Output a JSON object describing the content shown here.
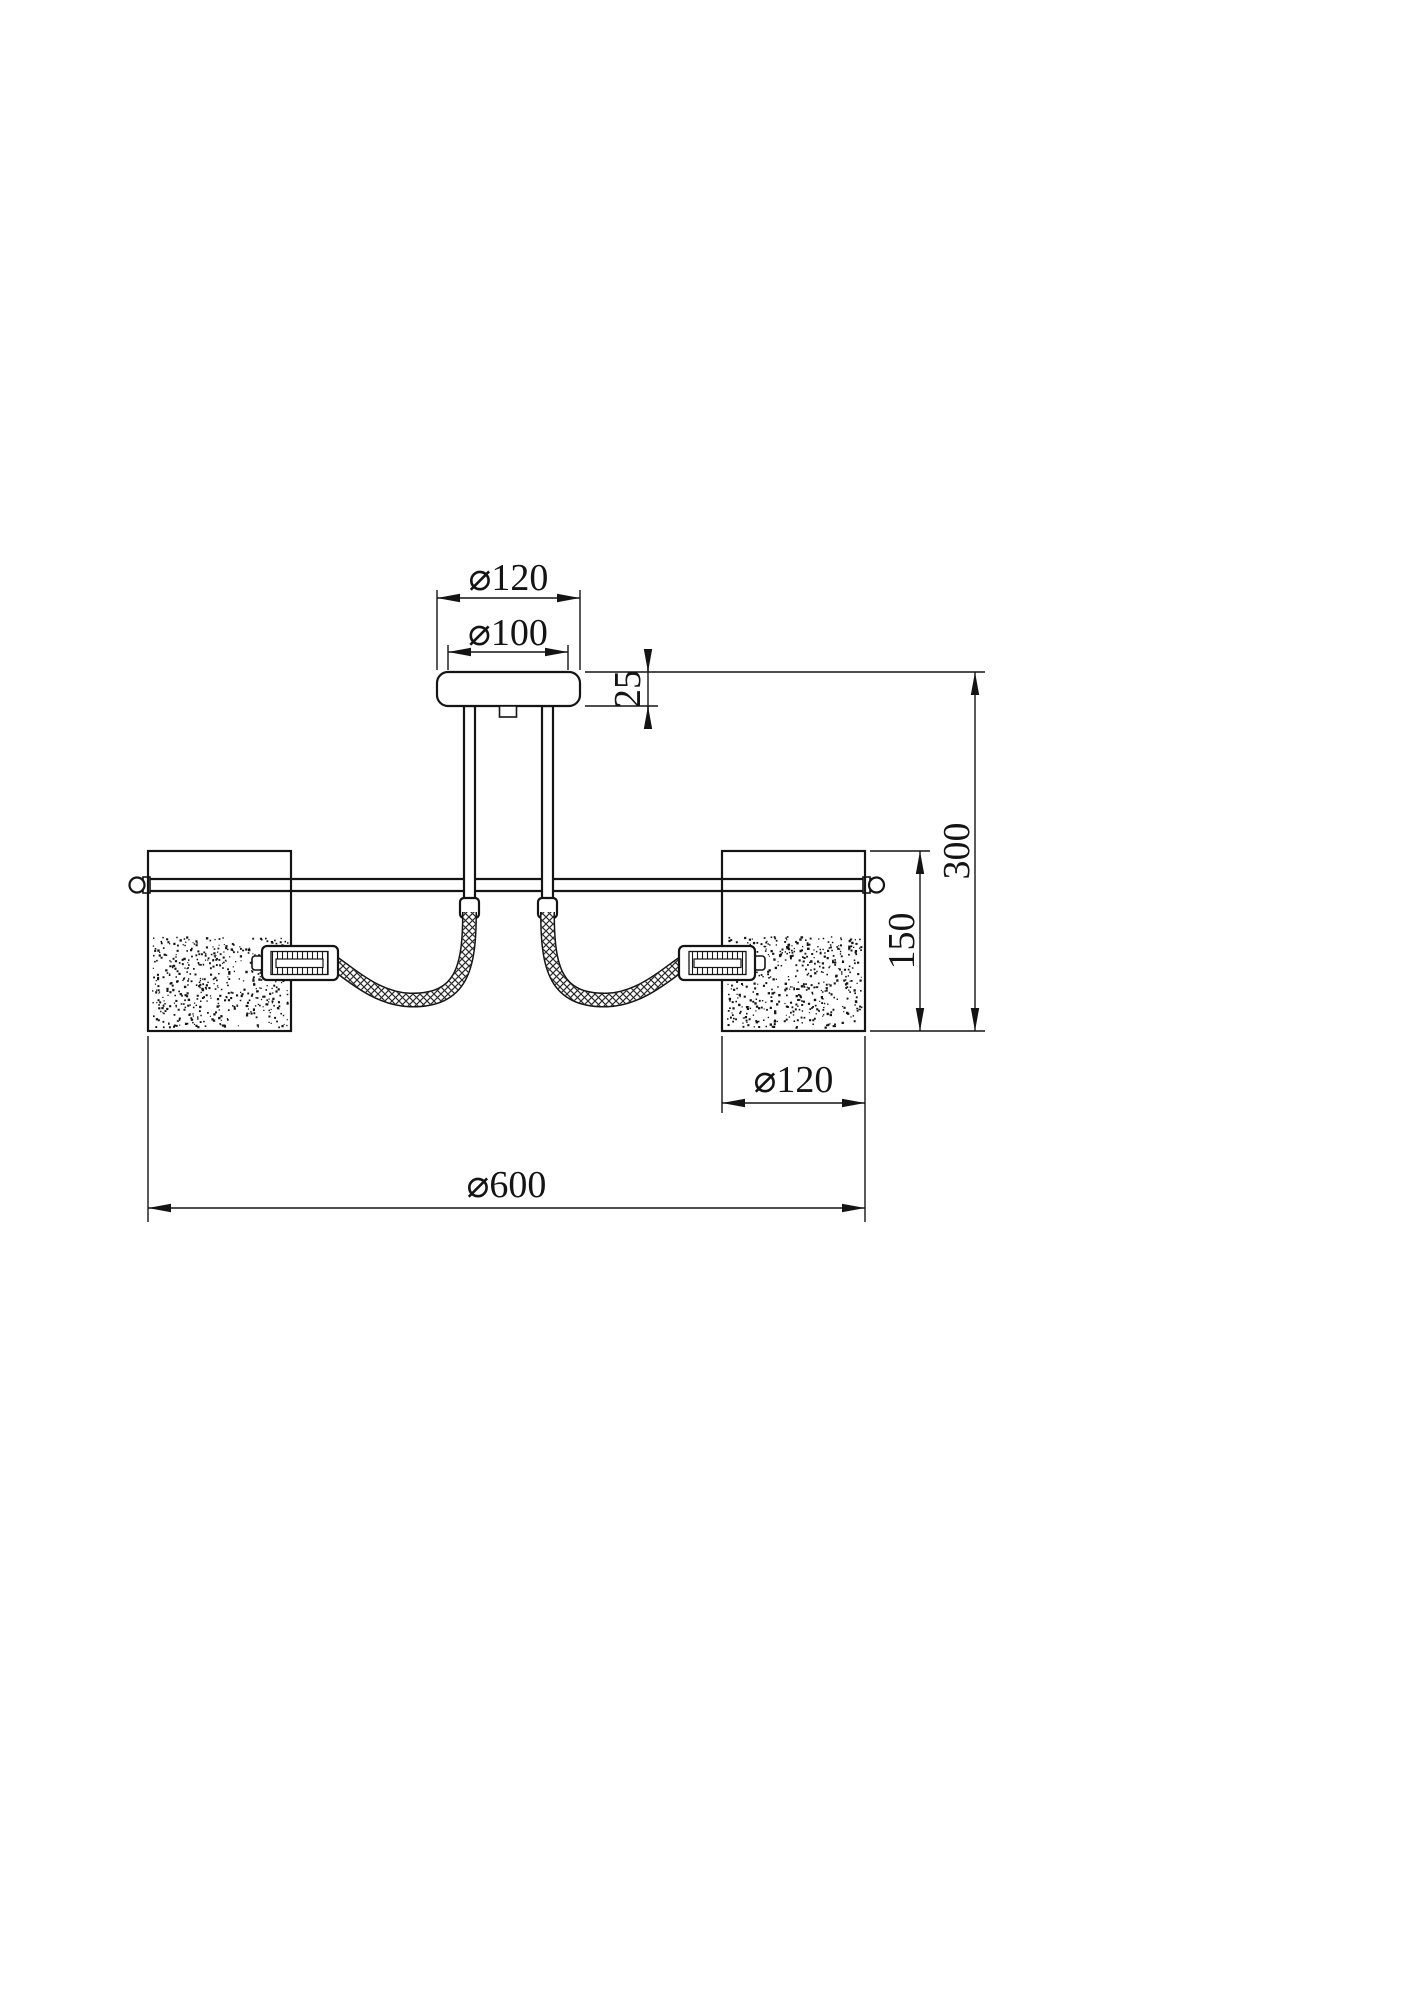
{
  "colors": {
    "background": "#ffffff",
    "line": "#141414"
  },
  "drawing": {
    "dimensions": {
      "canopy_outer_diameter": "⌀120",
      "canopy_inner_diameter": "⌀100",
      "canopy_height": "25",
      "overall_drop_height": "300",
      "shade_height": "150",
      "shade_diameter": "⌀120",
      "overall_width": "⌀600"
    }
  }
}
